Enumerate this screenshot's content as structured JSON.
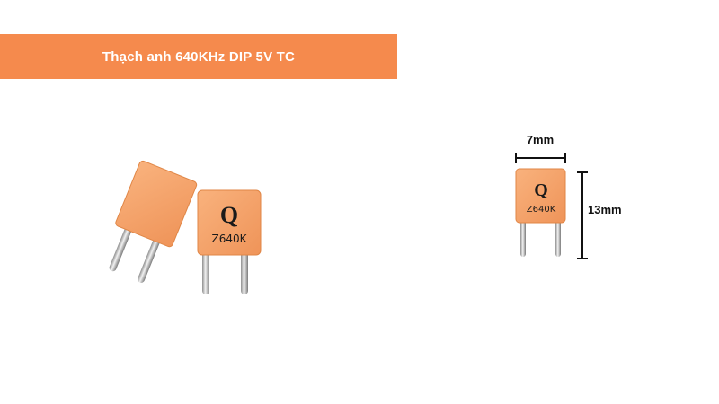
{
  "banner": {
    "title": "Thạch anh 640KHz DIP 5V TC"
  },
  "component": {
    "logo_mark": "Q",
    "marking": "Z640K",
    "body_color": "#f6a46b",
    "lead_color": "#c9c9c9"
  },
  "dimensions": {
    "width_label": "7mm",
    "height_label": "13mm"
  },
  "colors": {
    "banner": "#f58a4d",
    "banner_text": "#ffffff"
  }
}
